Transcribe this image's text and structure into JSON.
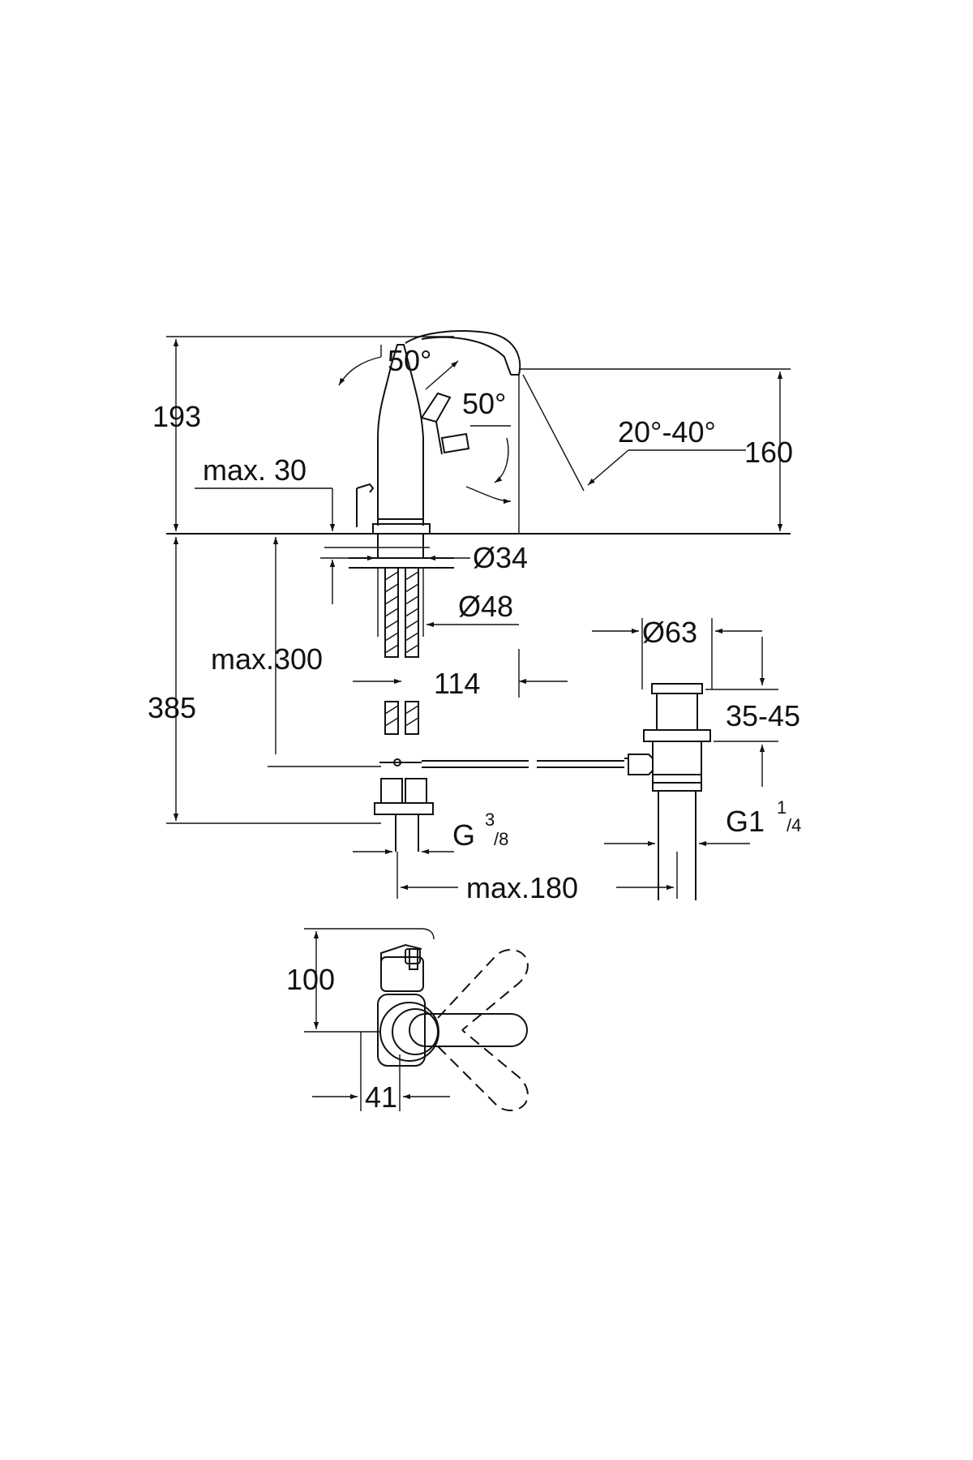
{
  "labels": {
    "height_total": "193",
    "angle_lever": "50°",
    "angle_spout": "50°",
    "angle_range": "20°-40°",
    "height_spout": "160",
    "max_deck": "max. 30",
    "dia_34": "Ø34",
    "dia_48": "Ø48",
    "dia_63": "Ø63",
    "max_hose": "max.300",
    "dim_114": "114",
    "height_below": "385",
    "waste_range": "35-45",
    "g1_main": "G1",
    "g1_num": "1",
    "g1_den": "/4",
    "g38_main": "G",
    "g38_num": "3",
    "g38_den": "/8",
    "max_180": "max.180",
    "plan_100": "100",
    "plan_41": "41"
  },
  "colors": {
    "line": "#111111",
    "background": "#ffffff"
  }
}
